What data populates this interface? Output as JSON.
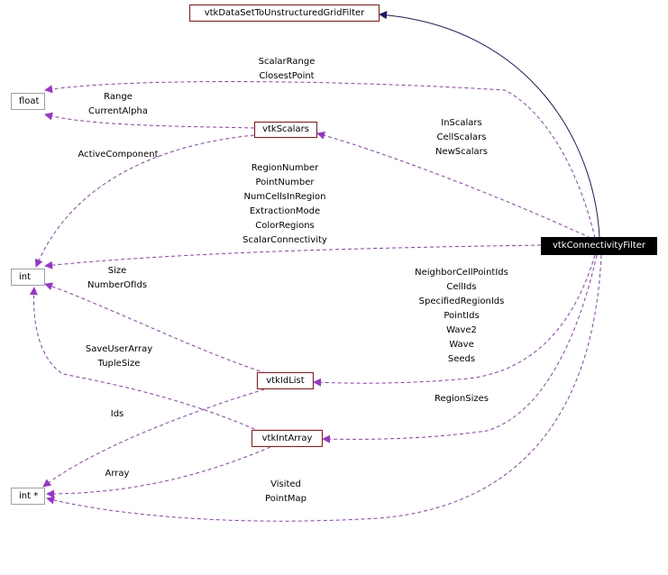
{
  "nodes": {
    "base": "vtkDataSetToUnstructuredGridFilter",
    "float": "float",
    "scalars": "vtkScalars",
    "int": "int",
    "connectivity": "vtkConnectivityFilter",
    "idlist": "vtkIdList",
    "intarray": "vtkIntArray",
    "intptr": "int *"
  },
  "labels": {
    "scalar_range": "ScalarRange",
    "closest_point": "ClosestPoint",
    "range": "Range",
    "current_alpha": "CurrentAlpha",
    "in_scalars": "InScalars",
    "cell_scalars": "CellScalars",
    "new_scalars": "NewScalars",
    "active_component": "ActiveComponent",
    "region_number": "RegionNumber",
    "point_number": "PointNumber",
    "num_cells_in_region": "NumCellsInRegion",
    "extraction_mode": "ExtractionMode",
    "color_regions": "ColorRegions",
    "scalar_connectivity": "ScalarConnectivity",
    "size": "Size",
    "number_of_ids": "NumberOfIds",
    "neighbor_cell_point_ids": "NeighborCellPointIds",
    "cell_ids": "CellIds",
    "specified_region_ids": "SpecifiedRegionIds",
    "point_ids": "PointIds",
    "wave2": "Wave2",
    "wave": "Wave",
    "seeds": "Seeds",
    "save_user_array": "SaveUserArray",
    "tuple_size": "TupleSize",
    "region_sizes": "RegionSizes",
    "ids": "Ids",
    "array": "Array",
    "visited": "Visited",
    "point_map": "PointMap"
  },
  "colors": {
    "inheritance_edge": "#191970",
    "usage_edge": "#9a32cd",
    "class_border": "#cc0000",
    "primitive_border": "#a0a0a0",
    "focus_node_bg": "#000000",
    "focus_node_text": "#ffffff"
  }
}
